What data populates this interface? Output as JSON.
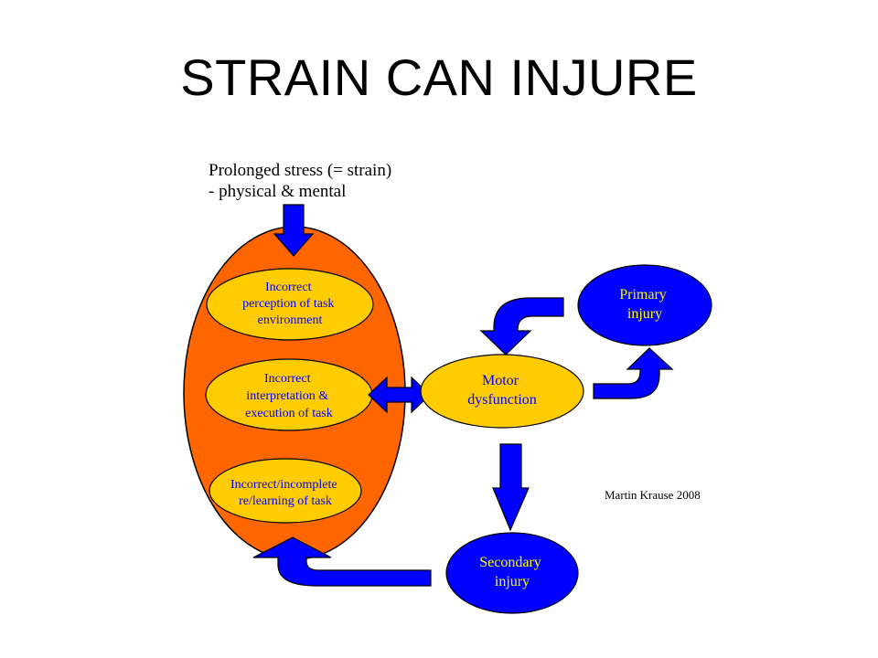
{
  "title": "STRAIN  CAN INJURE",
  "input": {
    "line1": "Prolonged stress (= strain)",
    "line2": "- physical & mental"
  },
  "inner_ellipses": [
    {
      "lines": [
        "Incorrect",
        "perception of task",
        "environment"
      ]
    },
    {
      "lines": [
        "Incorrect",
        "interpretation &",
        "execution of task"
      ]
    },
    {
      "lines": [
        "Incorrect/incomplete",
        "re/learning of task"
      ]
    }
  ],
  "motor": {
    "lines": [
      "Motor",
      "dysfunction"
    ]
  },
  "primary": {
    "lines": [
      "Primary",
      "injury"
    ]
  },
  "secondary": {
    "lines": [
      "Secondary",
      "injury"
    ]
  },
  "credit": "Martin Krause 2008",
  "colors": {
    "outer_fill": "#FF6600",
    "inner_fill": "#FFCC00",
    "blue_fill": "#0000FF",
    "outline": "#000000",
    "blue_text": "#0000FF",
    "yellow_text": "#FFFF00"
  }
}
